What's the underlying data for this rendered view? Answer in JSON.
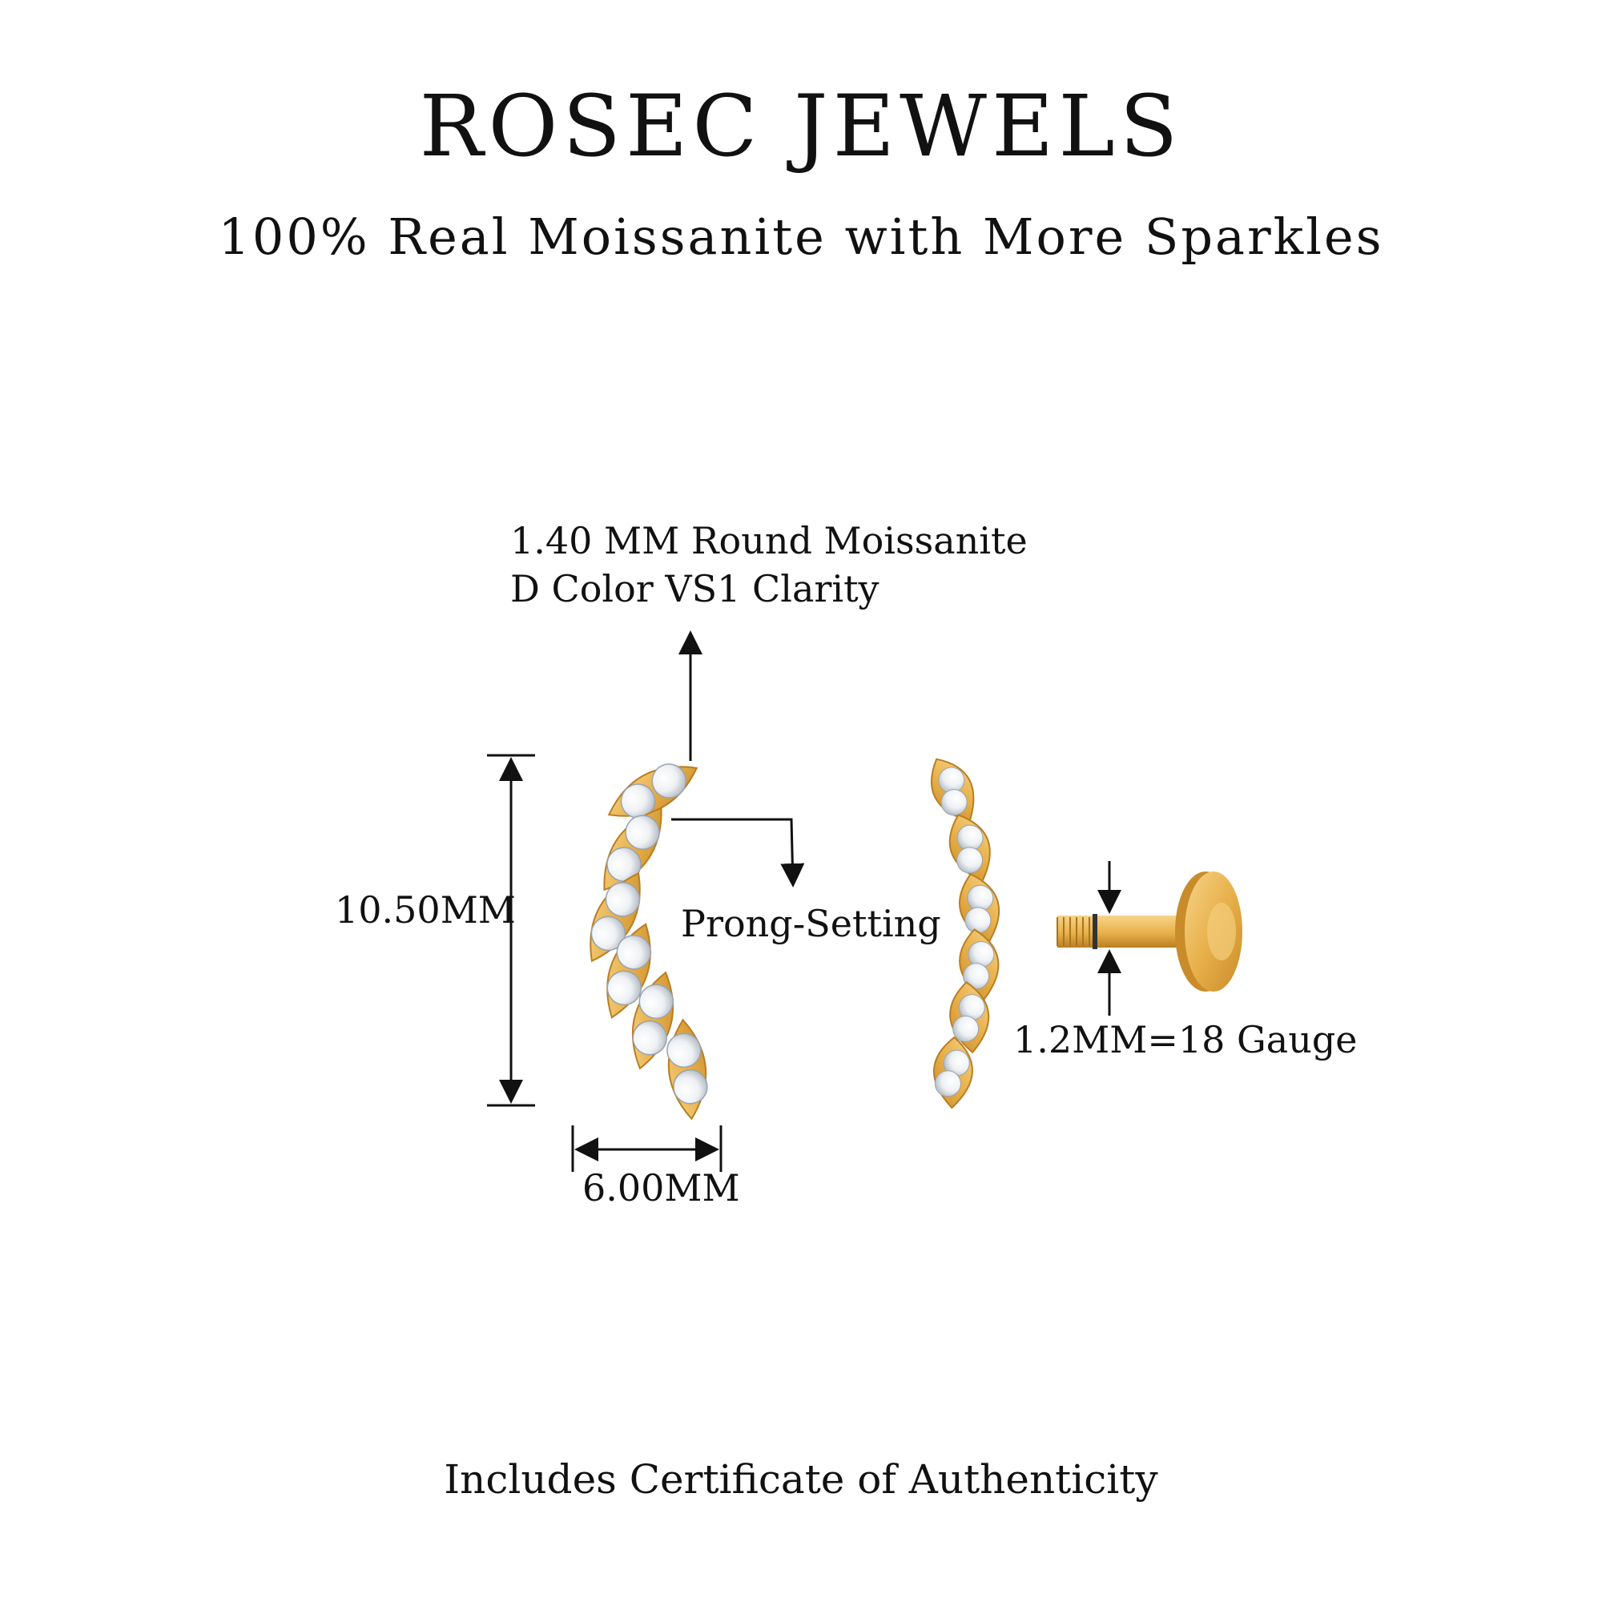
{
  "header": {
    "brand": "ROSEC JEWELS",
    "tagline": "100% Real Moissanite with More Sparkles"
  },
  "annotations": {
    "stone_line1": "1.40 MM Round Moissanite",
    "stone_line2": "D Color VS1 Clarity",
    "prong": "Prong-Setting",
    "height": "10.50MM",
    "width": "6.00MM",
    "gauge": "1.2MM=18 Gauge"
  },
  "footer": {
    "certificate": "Includes Certificate of Authenticity"
  },
  "colors": {
    "gold": "#e8b04a",
    "gold_dark": "#c98c2a",
    "gold_light": "#f6d48a",
    "stone": "#f4f6f8",
    "ink": "#111111"
  }
}
